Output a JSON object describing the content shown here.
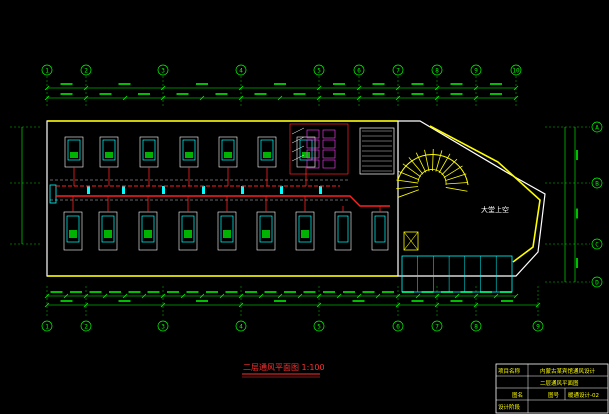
{
  "drawing": {
    "plan_title": "二层通风平面图 1:100",
    "room_label": "大堂上空",
    "title_block": {
      "project_label": "项目名称",
      "project_name": "内蒙古某宾馆通风设计",
      "sheet_name": "二层通风平面图",
      "row3_left": "图名",
      "row3_mid": "图号",
      "drawing_no": "暖通设计-02",
      "row4_left": "设计阶段"
    }
  },
  "grid_labels_top": [
    "1",
    "2",
    "3",
    "4",
    "5",
    "6",
    "7",
    "8",
    "9",
    "10"
  ],
  "grid_labels_bottom": [
    "1",
    "2",
    "3",
    "4",
    "5",
    "6",
    "7",
    "8",
    "9"
  ],
  "grid_labels_right": [
    "A",
    "B",
    "C",
    "D"
  ],
  "colors": {
    "background": "#000000",
    "wall": "#ffff00",
    "outline": "#ffffff",
    "dimension": "#00ff00",
    "duct": "#ff2020",
    "unit": "#00ffff",
    "room_text": "#ffffff",
    "title": "#ff3030"
  }
}
